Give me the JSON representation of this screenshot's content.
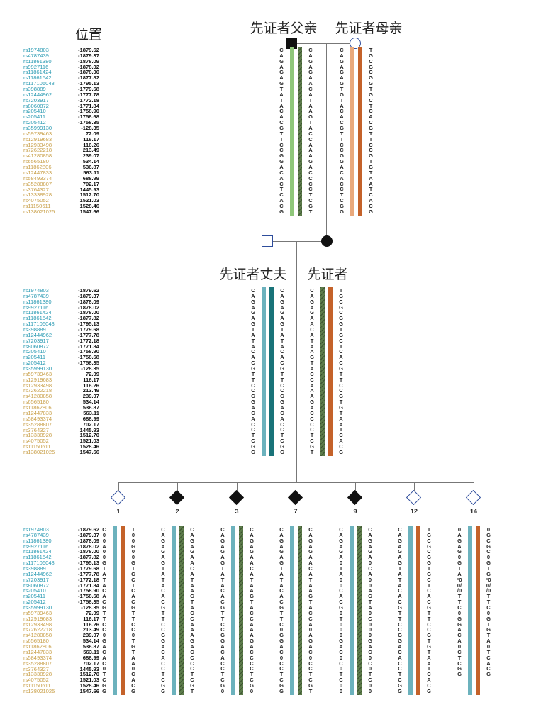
{
  "header": {
    "position_title": "位置"
  },
  "colors": {
    "id_teal": "#2b9bb3",
    "id_gold": "#c9a04a",
    "father_h1": "#8fc77a",
    "father_h2": "#5d7d4b",
    "mother_h1": "#e9a97c",
    "mother_h2": "#c4622a",
    "husband_h1": "#6cb2bd",
    "husband_h2": "#197379"
  },
  "snps": [
    {
      "id": "rs1974803",
      "pos": "-1879.62",
      "group": "teal"
    },
    {
      "id": "rs4787439",
      "pos": "-1879.37",
      "group": "teal"
    },
    {
      "id": "rs11861380",
      "pos": "-1878.09",
      "group": "teal"
    },
    {
      "id": "rs9927116",
      "pos": "-1878.02",
      "group": "teal"
    },
    {
      "id": "rs11861424",
      "pos": "-1878.00",
      "group": "teal"
    },
    {
      "id": "rs11861542",
      "pos": "-1877.82",
      "group": "teal"
    },
    {
      "id": "rs117106048",
      "pos": "-1795.13",
      "group": "teal"
    },
    {
      "id": "rs398889",
      "pos": "-1779.68",
      "group": "teal"
    },
    {
      "id": "rs12444962",
      "pos": "-1777.78",
      "group": "teal"
    },
    {
      "id": "rs7203917",
      "pos": "-1772.18",
      "group": "teal"
    },
    {
      "id": "rs8060872",
      "pos": "-1771.84",
      "group": "teal"
    },
    {
      "id": "rs205410",
      "pos": "-1758.90",
      "group": "teal"
    },
    {
      "id": "rs205411",
      "pos": "-1758.68",
      "group": "teal"
    },
    {
      "id": "rs205412",
      "pos": "-1758.35",
      "group": "teal"
    },
    {
      "id": "rs35999130",
      "pos": "-128.35",
      "group": "teal"
    },
    {
      "id": "rs59739463",
      "pos": "72.09",
      "group": "gold"
    },
    {
      "id": "rs12919683",
      "pos": "116.17",
      "group": "gold"
    },
    {
      "id": "rs12933498",
      "pos": "116.26",
      "group": "gold"
    },
    {
      "id": "rs72622218",
      "pos": "213.49",
      "group": "gold"
    },
    {
      "id": "rs41280858",
      "pos": "239.07",
      "group": "gold"
    },
    {
      "id": "rs6565180",
      "pos": "534.14",
      "group": "gold"
    },
    {
      "id": "rs11862806",
      "pos": "536.87",
      "group": "gold"
    },
    {
      "id": "rs12447833",
      "pos": "563.11",
      "group": "gold"
    },
    {
      "id": "rs58493374",
      "pos": "688.99",
      "group": "gold"
    },
    {
      "id": "rs35288807",
      "pos": "702.17",
      "group": "gold"
    },
    {
      "id": "rs3764327",
      "pos": "1445.93",
      "group": "gold"
    },
    {
      "id": "rs13338928",
      "pos": "1512.70",
      "group": "gold"
    },
    {
      "id": "rs4075052",
      "pos": "1521.03",
      "group": "gold"
    },
    {
      "id": "rs11150611",
      "pos": "1528.46",
      "group": "gold"
    },
    {
      "id": "rs138021025",
      "pos": "1547.66",
      "group": "gold"
    }
  ],
  "people": {
    "father": {
      "label": "先证者父亲",
      "symbol": "square-filled",
      "h1": "CAGAGAGTATACACGTTCCGGACACTCACG",
      "h2": "CAGAGAACATAAGTACCAAAGACCCCTCGT",
      "c1": "father_h1",
      "c2": "father_h2",
      "hatch2": true
    },
    "mother": {
      "label": "先证者母亲",
      "symbol": "circle-open",
      "h1": "CAGAGAGTGTACACGTTCCGGACACCTCGG",
      "h2": "TGCGCGGTGCTCACGTTCCGTGTAATCACG",
      "c1": "mother_h1",
      "c2": "mother_h2",
      "hatch2": false
    },
    "husband": {
      "label": "先证者丈夫",
      "symbol": "square-open",
      "h1": "CAGAGAGTATACACGTTCCGGACACCTCGG",
      "h2": "CAGAGAGTATACACGTTCCGGACACCTCGG",
      "c1": "husband_h1",
      "c2": "husband_h2",
      "hatch2": false
    },
    "proband": {
      "label": "先证者",
      "symbol": "circle-filled",
      "h1": "CAGAGAACATAAGTACCAAAGACCCCTCGT",
      "h2": "TGCGCGGTGCTCACGTTCCGTGTAATCACG",
      "c1": "father_h2",
      "c2": "mother_h2",
      "hatch1": true
    }
  },
  "children": [
    {
      "label": "1",
      "affected": false,
      "h1": "C00A00GTATACACGTTCC0GACAC0TCGG",
      "h2": "T00G00GTGCTCACGTTCC0TGTAA0CACG",
      "c2": "mother_h2",
      "hatch2": false
    },
    {
      "label": "2",
      "affected": true,
      "h1": "CAGAGAGTATACACGTTCCGGACACCTCGG",
      "h2": "CAGAGAACATAAGTACCAAAGACCCCTCGT",
      "c2": "father_h2",
      "hatch2": true
    },
    {
      "label": "3",
      "affected": true,
      "h1": "CAGAGAGTATACACGTTCCGGACACCTCG0",
      "h2": "CAGAGAACATAAGTACCAAAGACCCCTCG0",
      "c2": "father_h2",
      "hatch2": true
    },
    {
      "label": "7",
      "affected": true,
      "h1": "CAGAGAGTATACACGTTC0GGAC0CCTCGG",
      "h2": "CAGAGAACATAAGTACCA0AGAC0CCTCGT",
      "c2": "father_h2",
      "hatch2": true
    },
    {
      "label": "9",
      "affected": true,
      "h1": "CAGAGA0TA00CACG0T000GAC0C0TC00",
      "h2": "CAGAGA0CA00AGTA0C000GAC0C0TC00",
      "c2": "father_h2",
      "hatch2": true
    },
    {
      "label": "12",
      "affected": false,
      "h1": "CAGAGAGTATACACGTTCCGGACACCTCGG",
      "h2": "TGCGCGGTGCTCACGTTCCGTGTAATCACG",
      "c2": "mother_h2",
      "hatch2": false
    },
    {
      "label": "14",
      "affected": false,
      "h1": "0AGAG0GTA*00//0TTC0GGACA0CTCGG",
      "h2": "0GCGC0GTG*00//0TTC0GTGTA0TCACG",
      "c2": "mother_h2",
      "hatch2": false
    }
  ]
}
